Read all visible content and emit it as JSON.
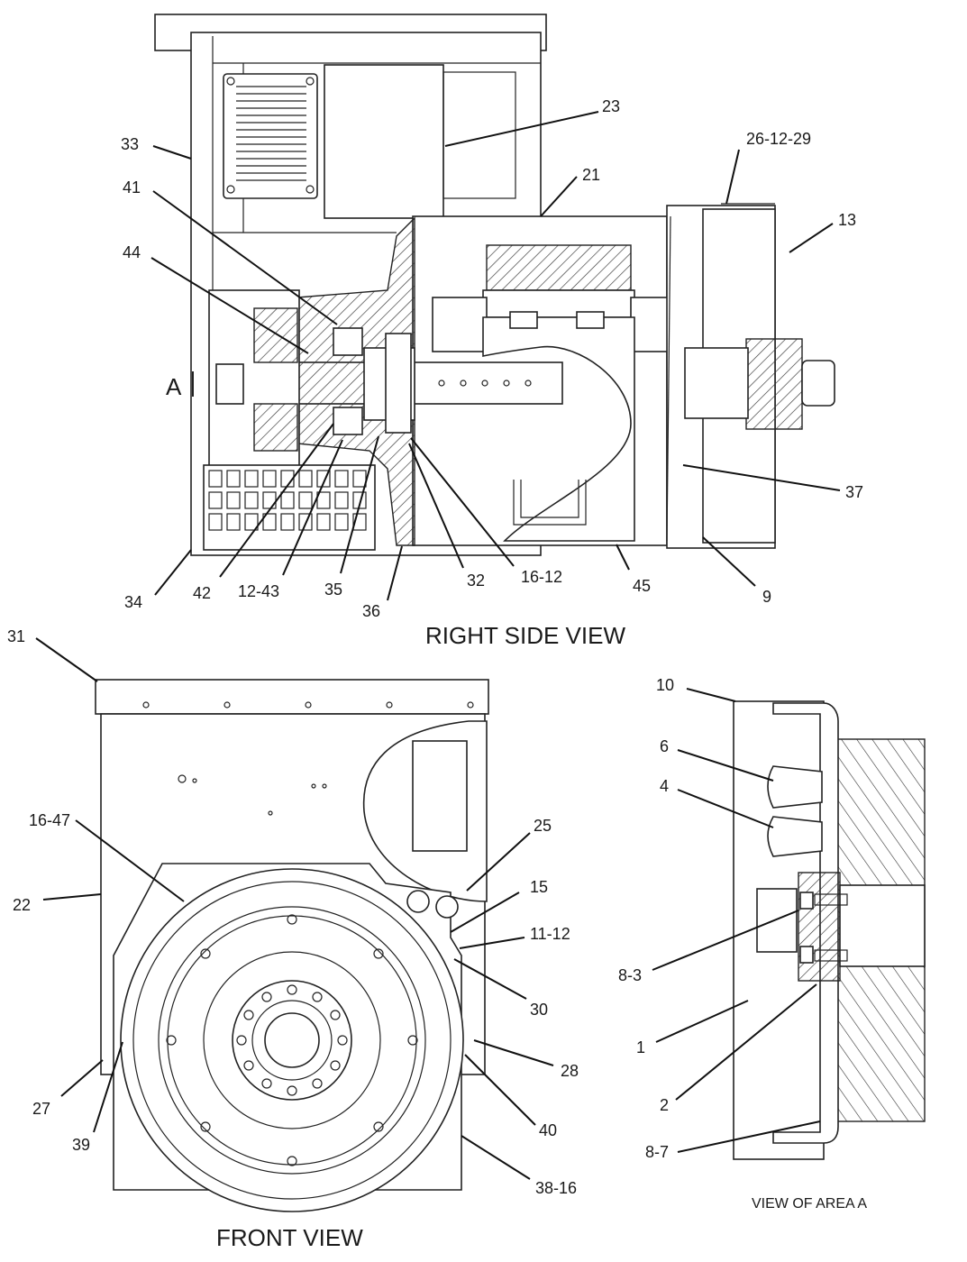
{
  "views": {
    "right_side": {
      "title": "RIGHT SIDE VIEW",
      "area_marker": "A"
    },
    "front": {
      "title": "FRONT VIEW"
    },
    "area_a": {
      "title": "VIEW OF AREA A"
    }
  },
  "callouts": {
    "right_side": [
      {
        "id": "c23",
        "text": "23"
      },
      {
        "id": "c33",
        "text": "33"
      },
      {
        "id": "c26-12-29",
        "text": "26-12-29"
      },
      {
        "id": "c21",
        "text": "21"
      },
      {
        "id": "c41",
        "text": "41"
      },
      {
        "id": "c13",
        "text": "13"
      },
      {
        "id": "c44",
        "text": "44"
      },
      {
        "id": "c37",
        "text": "37"
      },
      {
        "id": "c34",
        "text": "34"
      },
      {
        "id": "c42",
        "text": "42"
      },
      {
        "id": "c12-43",
        "text": "12-43"
      },
      {
        "id": "c35",
        "text": "35"
      },
      {
        "id": "c36",
        "text": "36"
      },
      {
        "id": "c32",
        "text": "32"
      },
      {
        "id": "c16-12",
        "text": "16-12"
      },
      {
        "id": "c45",
        "text": "45"
      },
      {
        "id": "c9",
        "text": "9"
      }
    ],
    "front": [
      {
        "id": "c31",
        "text": "31"
      },
      {
        "id": "c16-47",
        "text": "16-47"
      },
      {
        "id": "c25",
        "text": "25"
      },
      {
        "id": "c22",
        "text": "22"
      },
      {
        "id": "c15",
        "text": "15"
      },
      {
        "id": "c11-12",
        "text": "11-12"
      },
      {
        "id": "c30",
        "text": "30"
      },
      {
        "id": "c28",
        "text": "28"
      },
      {
        "id": "c27",
        "text": "27"
      },
      {
        "id": "c40",
        "text": "40"
      },
      {
        "id": "c39",
        "text": "39"
      },
      {
        "id": "c38-16",
        "text": "38-16"
      }
    ],
    "area_a": [
      {
        "id": "c10",
        "text": "10"
      },
      {
        "id": "c6",
        "text": "6"
      },
      {
        "id": "c4",
        "text": "4"
      },
      {
        "id": "c8-3",
        "text": "8-3"
      },
      {
        "id": "c1",
        "text": "1"
      },
      {
        "id": "c2",
        "text": "2"
      },
      {
        "id": "c8-7",
        "text": "8-7"
      }
    ]
  }
}
